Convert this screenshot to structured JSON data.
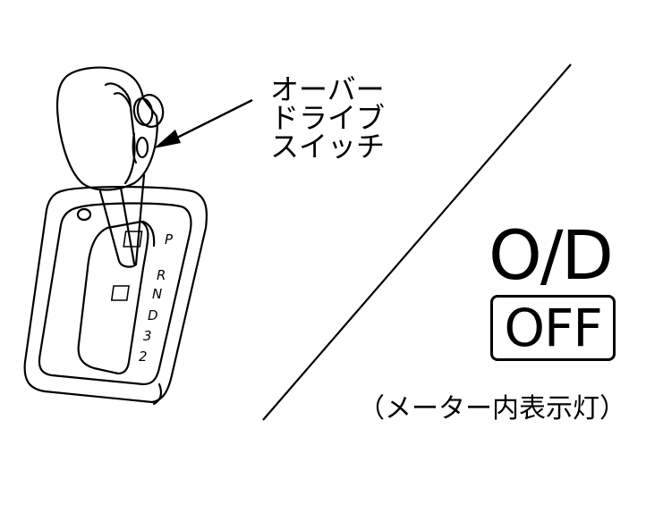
{
  "callout": {
    "lines": [
      "オーバー",
      "ドライブ",
      "スイッチ"
    ]
  },
  "indicator": {
    "title": "O/D",
    "box_label": "OFF"
  },
  "caption": "（メーター内表示灯）",
  "shift_gate": {
    "positions": [
      "P",
      "R",
      "N",
      "D",
      "3",
      "2"
    ],
    "boxed": [
      "P",
      "N"
    ]
  },
  "colors": {
    "line": "#000000",
    "background": "#ffffff"
  }
}
